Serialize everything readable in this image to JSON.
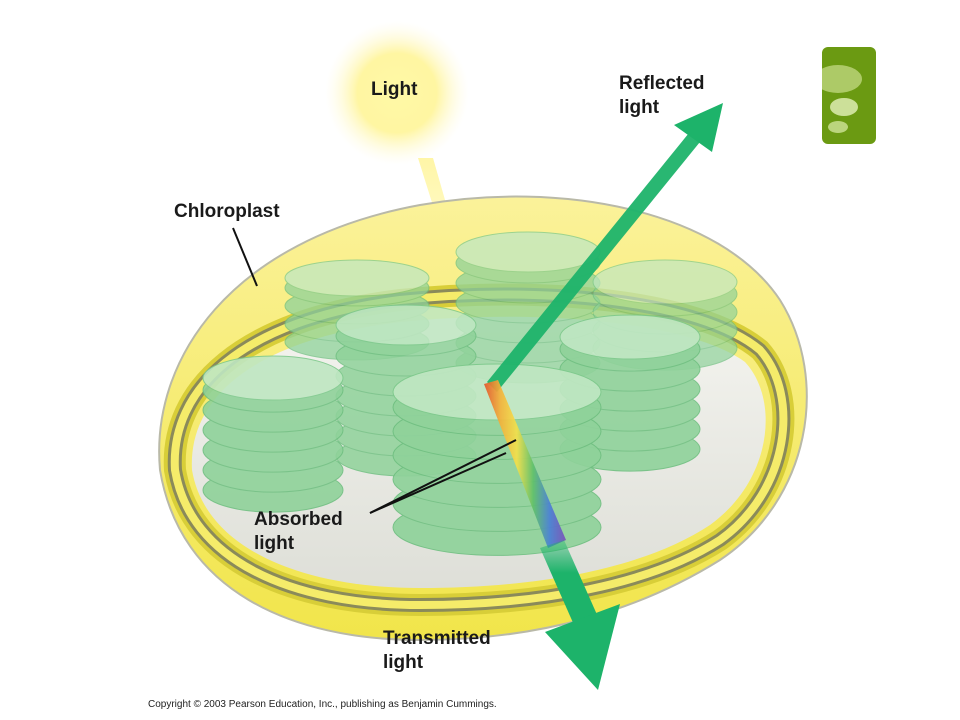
{
  "labels": {
    "light": "Light",
    "reflected_line1": "Reflected",
    "reflected_line2": "light",
    "chloroplast": "Chloroplast",
    "absorbed_line1": "Absorbed",
    "absorbed_line2": "light",
    "transmitted_line1": "Transmitted",
    "transmitted_line2": "light"
  },
  "copyright": "Copyright © 2003 Pearson Education, Inc., publishing as Benjamin Cummings.",
  "corner_icon": "speech-bubble-icon",
  "colors": {
    "membrane": "#f3e84f",
    "membrane_light": "#fbf6a8",
    "thylakoid": "#8fd29a",
    "thylakoid_top": "#bfe7c2",
    "arrow": "#1db36a",
    "sun": "#fff176",
    "stroma": "#e9e9e4",
    "icon_bg": "#6b9a12"
  }
}
